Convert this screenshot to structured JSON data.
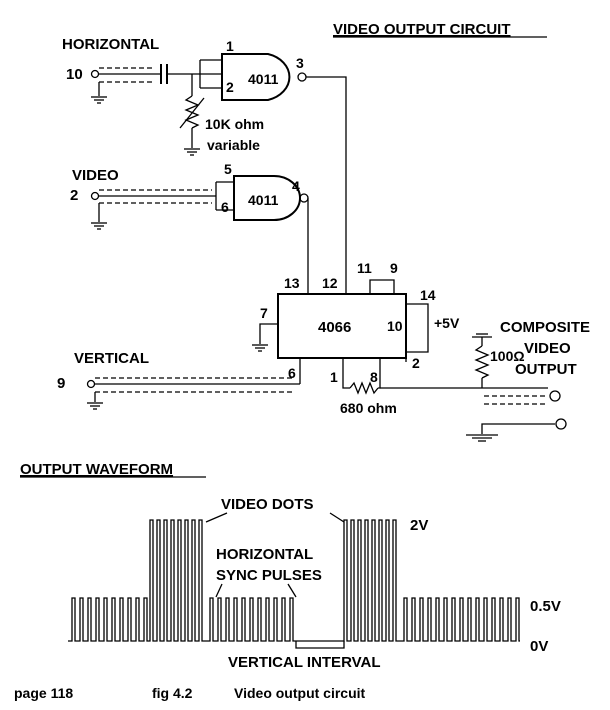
{
  "title": "VIDEO OUTPUT CIRCUIT",
  "inputs": {
    "horizontal": {
      "label": "HORIZONTAL",
      "pin": "10"
    },
    "video": {
      "label": "VIDEO",
      "pin": "2"
    },
    "vertical": {
      "label": "VERTICAL",
      "pin": "9"
    }
  },
  "gates": [
    {
      "chip": "4011",
      "in_a": "1",
      "in_b": "2",
      "out": "3"
    },
    {
      "chip": "4011",
      "in_a": "5",
      "in_b": "6",
      "out": "4"
    }
  ],
  "resistor_10k": {
    "line1": "10K ohm",
    "line2": "variable"
  },
  "switch_ic": {
    "chip": "4066",
    "pins": {
      "p13": "13",
      "p12": "12",
      "p11": "11",
      "p9": "9",
      "p14": "14",
      "p7": "7",
      "p10": "10",
      "p6": "6",
      "p1": "1",
      "p8": "8",
      "p2": "2"
    },
    "supply": "+5V"
  },
  "resistor_680": "680 ohm",
  "output": {
    "line1": "COMPOSITE",
    "line2": "VIDEO",
    "line3": "OUTPUT",
    "load": "100Ω"
  },
  "waveform": {
    "title": "OUTPUT WAVEFORM",
    "video_dots": "VIDEO DOTS",
    "sync_line1": "HORIZONTAL",
    "sync_line2": "SYNC PULSES",
    "vertical_interval": "VERTICAL INTERVAL",
    "level_2v": "2V",
    "level_05v": "0.5V",
    "level_0v": "0V"
  },
  "footer": {
    "page": "page 118",
    "fig": "fig 4.2",
    "caption": "Video  output circuit"
  }
}
